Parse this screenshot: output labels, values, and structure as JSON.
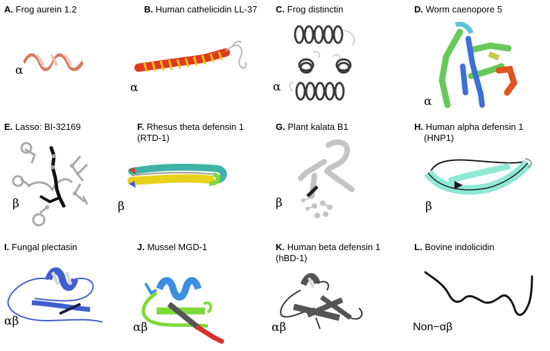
{
  "panels": [
    {
      "letter": "A.",
      "title": "Frog aurein 1.2",
      "subtitle": "",
      "class": "α",
      "colors": [
        "#e07a5c",
        "#f4c2b0"
      ]
    },
    {
      "letter": "B.",
      "title": "Human cathelicidin LL-37",
      "subtitle": "",
      "class": "α",
      "colors": [
        "#e03a1c",
        "#f3c61f",
        "#b7b7b7"
      ]
    },
    {
      "letter": "C.",
      "title": "Frog distinctin",
      "subtitle": "",
      "class": "α",
      "colors": [
        "#3a3a3a",
        "#d0d0d0"
      ]
    },
    {
      "letter": "D.",
      "title": "Worm caenopore 5",
      "subtitle": "",
      "class": "α",
      "colors": [
        "#66c95a",
        "#3d6fd8",
        "#5cc3dc",
        "#e0531f",
        "#c7c94a"
      ]
    },
    {
      "letter": "E.",
      "title": "Lasso: BI-32169",
      "subtitle": "",
      "class": "β",
      "colors": [
        "#a8a8a8",
        "#111111"
      ]
    },
    {
      "letter": "F.",
      "title": "Rhesus theta defensin 1",
      "subtitle": "(RTD-1)",
      "class": "β",
      "colors": [
        "#e8d21e",
        "#3fb3a6",
        "#d23a2a",
        "#4a5ad8"
      ]
    },
    {
      "letter": "G.",
      "title": "Plant kalata B1",
      "subtitle": "",
      "class": "β",
      "colors": [
        "#c4c4c4",
        "#222222"
      ]
    },
    {
      "letter": "H.",
      "title": "Human alpha defensin 1",
      "subtitle": "(HNP1)",
      "class": "β",
      "colors": [
        "#8fe8d4",
        "#1a1a1a"
      ]
    },
    {
      "letter": "I.",
      "title": "Fungal plectasin",
      "subtitle": "",
      "class": "αβ",
      "colors": [
        "#3f5fd0",
        "#d8d8d8"
      ]
    },
    {
      "letter": "J.",
      "title": "Mussel MGD-1",
      "subtitle": "",
      "class": "αβ",
      "colors": [
        "#3a8fe0",
        "#7ed93a",
        "#d8302a",
        "#555555"
      ]
    },
    {
      "letter": "K.",
      "title": "Human beta defensin 1",
      "subtitle": "(hBD-1)",
      "class": "αβ",
      "colors": [
        "#555555",
        "#d8d8d8"
      ]
    },
    {
      "letter": "L.",
      "title": "Bovine indolicidin",
      "subtitle": "",
      "class": "Non−αβ",
      "colors": [
        "#111111"
      ]
    }
  ]
}
